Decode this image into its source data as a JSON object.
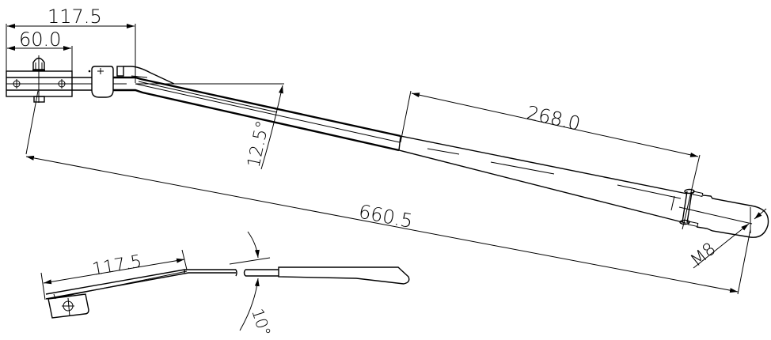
{
  "drawing": {
    "title": "Wiper arm technical drawing",
    "background": "#ffffff",
    "line_color": "#000000",
    "main_view": {
      "dimensions": {
        "overall_mount_width": "117.5",
        "mount_plate_width": "60.0",
        "bend_angle": "12.5°",
        "blade_section_length": "268.0",
        "total_length": "660.5",
        "tip_thread": "M8"
      }
    },
    "side_view": {
      "dimensions": {
        "mount_length": "117.5",
        "tilt_angle": "10°"
      }
    }
  }
}
